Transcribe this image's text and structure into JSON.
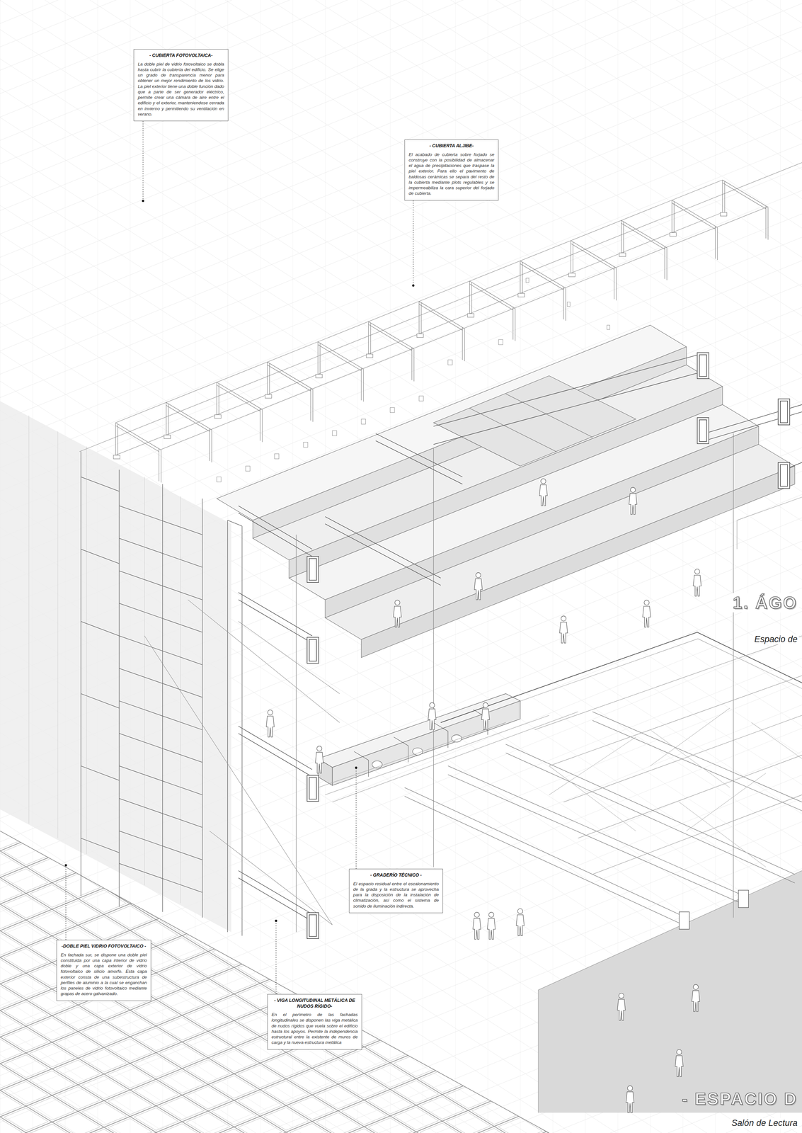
{
  "diagram": {
    "nodes": [
      {
        "text": [
          "- CUBIERTA FOTOVOLTAICA-",
          "La doble piel de vidrio fotovoltaico se dobla hasta cubrir la cubierta del edificio. Se elige un grado de transparencia menor para obtener un mejor rendimiento de los vidrio. La piel exterior tiene una doble función dado que a parte de ser generador eléctrico, permite crear una cámara de aire entre el edificio y el exterior, manteniendose cerrada en invierno y permitiendo su ventilación en verano."
        ]
      },
      {
        "text": [
          "- CUBIERTA ALJIBE-",
          "El acabado de cubierta sobre forjado se construye con la posibilidad de almacenar el agua de precipitaciones que traspase la piel exterior. Para ello el pavimento de baldosas cerámicas se separa del resto de la cubierta mediante plots regulables y se impermeabiliza la cara superior del forjado de cubierta."
        ]
      },
      {
        "text": [
          "- GRADERÍO TÉCNICO -",
          "El espacio residual entre el escalonamiento de la grada y la estructura se aprovecha para la disposición de la instalación de climatización, así como el sistema de sonido de iluminación indirecta."
        ]
      },
      {
        "text": [
          "-DOBLE PIEL VIDRIO FOTOVOLTAICO -",
          "En fachada sur, se dispone una doble piel constituida por una capa interior de vidrio doble y una capa exterior de vidrio fotovoltaico de silicio amorfo. Esta capa exterior consta de una subestructura de perfiles de aluminio a la cual se enganchan los paneles de vidrio fotovoltaico mediante grapas de acero galvanizado."
        ]
      },
      {
        "text": [
          "- VIGA LONGITUDINAL METÁLICA DE NUDOS RÍGIDO-",
          "En el perímetro de las fachadas longitudinales se disponen las viga metálica de nudos rígidos que vuela sobre el edificio hasta los apoyos. Permite la independencia estructural entre la existente de muros de carga y la nueva estructura metálica"
        ]
      }
    ],
    "labels": [
      "1. ÁGO",
      "Espacio de",
      "- ESPACIO D",
      "Salón de Lectura"
    ]
  }
}
